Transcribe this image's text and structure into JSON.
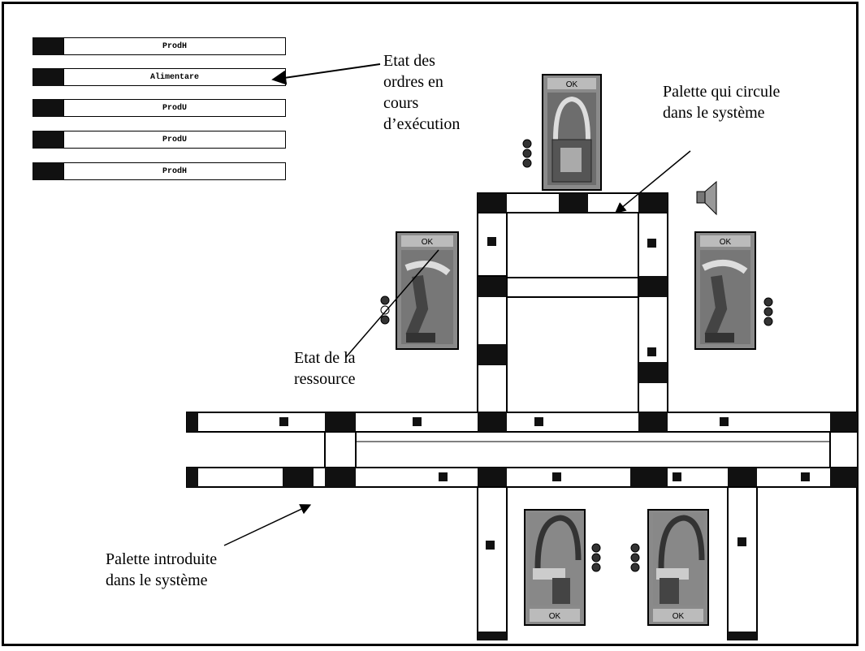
{
  "orders": [
    {
      "label": "ProdH"
    },
    {
      "label": "Alimentare"
    },
    {
      "label": "ProdU"
    },
    {
      "label": "ProdU"
    },
    {
      "label": "ProdH"
    }
  ],
  "annotations": {
    "order_state": [
      "Etat des",
      "ordres en",
      "cours",
      "d’exécution"
    ],
    "pallet_circulating": [
      "Palette qui circule",
      "dans le système"
    ],
    "resource_state": [
      "Etat de la",
      "ressource"
    ],
    "pallet_introduced": [
      "Palette introduite",
      "dans le système"
    ]
  },
  "resources": [
    {
      "status": "OK",
      "type": "robot-arm"
    },
    {
      "status": "OK",
      "type": "robot-arm"
    },
    {
      "status": "OK",
      "type": "robot-arm"
    },
    {
      "status": "OK",
      "type": "robot-arm"
    },
    {
      "status": "OK",
      "type": "robot-arm"
    }
  ],
  "icons": [
    "speaker-icon",
    "traffic-light-icon",
    "robot-arm-icon",
    "pallet-icon"
  ],
  "colors": {
    "track": "#000000",
    "pallet": "#111111",
    "panel_bg": "#9a9a9a"
  }
}
